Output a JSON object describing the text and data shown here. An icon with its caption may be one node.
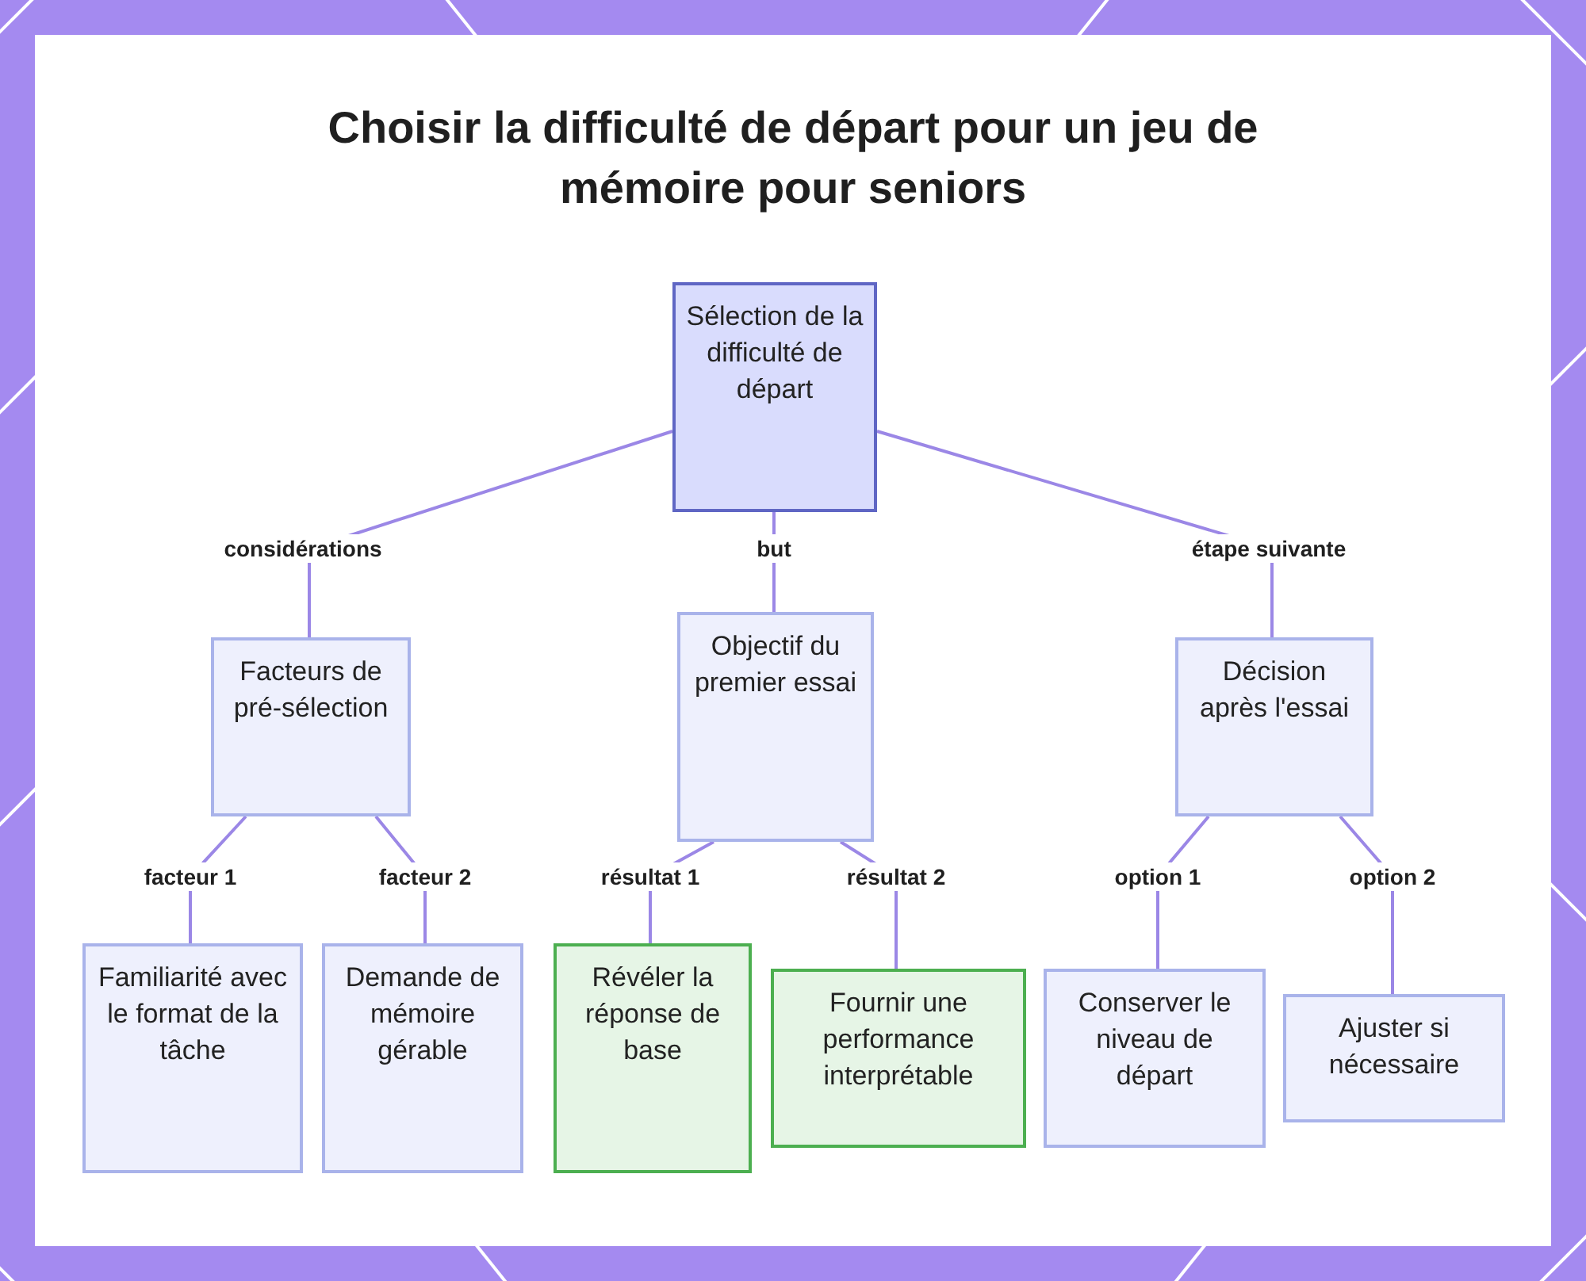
{
  "diagram": {
    "title": "Choisir la difficulté de départ pour un jeu de mémoire pour seniors",
    "nodes": [
      {
        "text": [
          "Sélection de la difficulté de départ"
        ]
      },
      {
        "text": [
          "Facteurs de pré-sélection"
        ]
      },
      {
        "text": [
          "Objectif du premier essai"
        ]
      },
      {
        "text": [
          "Décision après l'essai"
        ]
      },
      {
        "text": [
          "Familiarité avec le format de la tâche"
        ]
      },
      {
        "text": [
          "Demande de mémoire gérable"
        ]
      },
      {
        "text": [
          "Révéler la réponse de base"
        ]
      },
      {
        "text": [
          "Fournir une performance interprétable"
        ]
      },
      {
        "text": [
          "Conserver le niveau de départ"
        ]
      },
      {
        "text": [
          "Ajuster si nécessaire"
        ]
      }
    ],
    "edges": [
      {
        "from": 0,
        "to": 1,
        "arrow": "none",
        "label": "considérations"
      },
      {
        "from": 0,
        "to": 2,
        "arrow": "none",
        "label": "but"
      },
      {
        "from": 0,
        "to": 3,
        "arrow": "none",
        "label": "étape suivante"
      },
      {
        "from": 1,
        "to": 4,
        "arrow": "none",
        "label": "facteur 1"
      },
      {
        "from": 1,
        "to": 5,
        "arrow": "none",
        "label": "facteur 2"
      },
      {
        "from": 2,
        "to": 6,
        "arrow": "none",
        "label": "résultat 1"
      },
      {
        "from": 2,
        "to": 7,
        "arrow": "none",
        "label": "résultat 2"
      },
      {
        "from": 3,
        "to": 8,
        "arrow": "none",
        "label": "option 1"
      },
      {
        "from": 3,
        "to": 9,
        "arrow": "none",
        "label": "option 2"
      }
    ]
  }
}
